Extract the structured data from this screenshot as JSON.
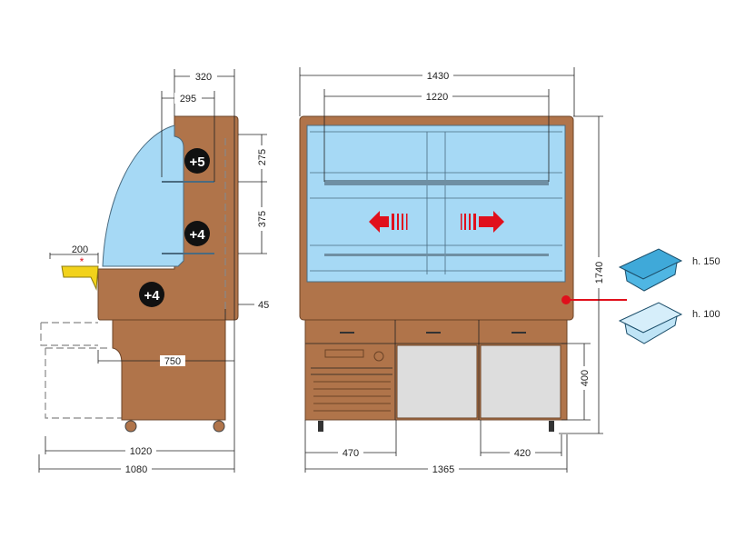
{
  "side_view": {
    "dims": {
      "top_depth": "320",
      "shelf_depth": "295",
      "shelf_gap_top": "275",
      "shelf_gap_mid": "375",
      "shelf_ext": "200",
      "rear_offset": "45",
      "base_depth": "750",
      "depth_without_shelf": "1020",
      "total_depth": "1080"
    },
    "badges": [
      "+5",
      "+4",
      "+4"
    ]
  },
  "front_view": {
    "dims": {
      "total_width": "1430",
      "shelf_width": "1220",
      "total_height": "1740",
      "door_height": "400",
      "left_unit": "470",
      "right_door": "420",
      "base_width": "1365"
    }
  },
  "pans": [
    {
      "label": "h. 150"
    },
    {
      "label": "h. 100"
    }
  ],
  "colors": {
    "wood": "#b0744a",
    "glass": "#a6d9f5",
    "accent": "#e0101c",
    "shelf_ext": "#f2d21b"
  }
}
